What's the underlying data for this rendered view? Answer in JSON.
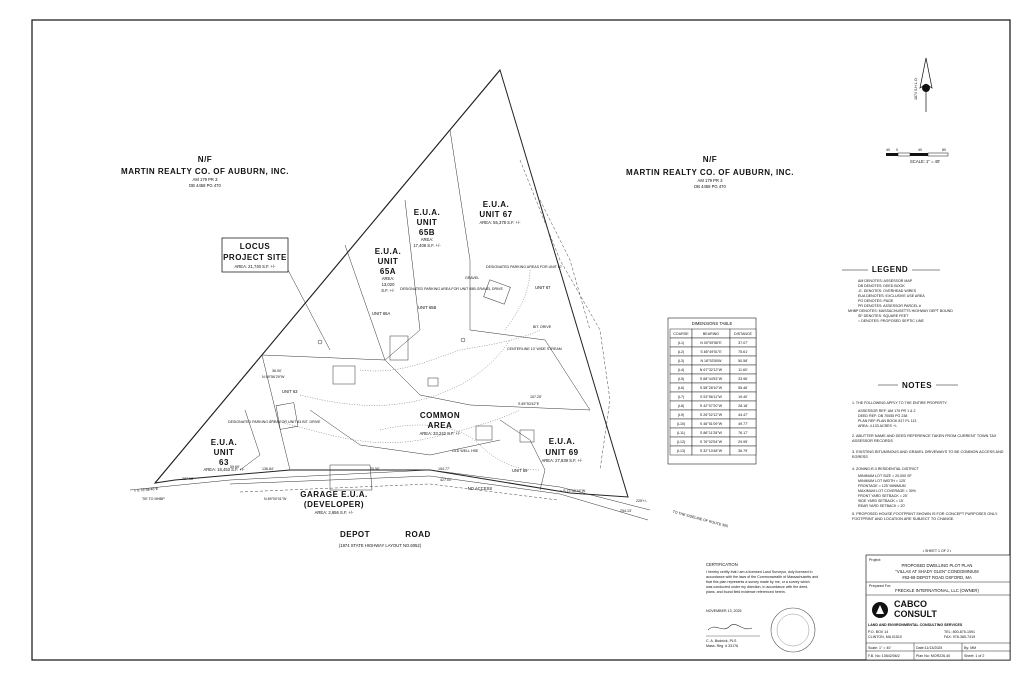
{
  "abutters": {
    "left": {
      "nf": "N/F",
      "name": "MARTIN REALTY CO. OF AUBURN, INC.",
      "am": "AM 179 PR 3",
      "db": "DB 4458 PG 470"
    },
    "right": {
      "nf": "N/F",
      "name": "MARTIN REALTY CO. OF AUBURN, INC.",
      "am": "AM 179 PR 3",
      "db": "DB 4458 PG 470"
    }
  },
  "locus": {
    "title1": "LOCUS",
    "title2": "PROJECT SITE",
    "area": "AREA: 21,740 S.F. +/-"
  },
  "units": {
    "u63": {
      "t1": "E.U.A.",
      "t2": "UNIT",
      "t3": "63",
      "area": "AREA: 18,453 S.F. +/-"
    },
    "u65a": {
      "t1": "E.U.A.",
      "t2": "UNIT",
      "t3": "65A",
      "a1": "AREA:",
      "a2": "13,020",
      "a3": "S.F. +/-"
    },
    "u65b": {
      "t1": "E.U.A.",
      "t2": "UNIT",
      "t3": "65B",
      "a1": "AREA:",
      "a2": "17,406 S.F. +/-"
    },
    "u67": {
      "t1": "E.U.A.",
      "t2": "UNIT 67",
      "area": "AREA: 55,378 S.F. +/-"
    },
    "u69": {
      "t1": "E.U.A.",
      "t2": "UNIT 69",
      "area": "AREA: 27,839 S.F. +/-"
    },
    "common": {
      "t1": "COMMON",
      "t2": "AREA",
      "area": "AREA: 33,242 S.F. +/-"
    },
    "garage": {
      "t1": "GARAGE E.U.A.",
      "t2": "(DEVELOPER)",
      "area": "AREA: 2,656 S.F. +/-"
    }
  },
  "road": {
    "name1": "DEPOT",
    "name2": "ROAD",
    "layout": "(1874 STATE HIGHWAY LAYOUT NO.6052)",
    "toward": "TO THE SIDELINE OF ROUTE 395",
    "no_access": "NO ACCESS"
  },
  "plan_labels": {
    "unit63": "UNIT 63",
    "unit65a": "UNIT 65A",
    "unit65b": "UNIT 65B",
    "unit67": "UNIT 67",
    "unit69": "UNIT 69",
    "gravel": "GRAVEL",
    "drive": "BIT. DRIVE",
    "stream": "CENTERLINE 10' WIDE STREAM",
    "well": "OLD WELL HSE",
    "park67": "DESIGNATED PARKING AREAS FOR UNIT 67",
    "park65b": "DESIGNATED PARKING AREA FOR UNIT 65B GRAVEL DRIVE",
    "park63": "DESIGNATED PARKING AREA FOR UNIT 63 BIT. DRIVE",
    "b1": "N 89°56'29\"W",
    "b1d": "36.00'",
    "b2": "S 89°53'42\"E",
    "b2d": "157.25'",
    "b3": "N 89°00'01\"W",
    "b3d": "136.84'",
    "b4": "59.69'",
    "b5": "287.08'",
    "b6": "70.50'",
    "b7": "154.77'",
    "b8": "427.00'",
    "b9": "225'+/-",
    "b10": "254.13'",
    "b11": "< S 73°58'44\"W",
    "b12": "< S 78°06'46\"E",
    "b13": "TIE TO MHBP"
  },
  "dimensions": {
    "title": "DIMENSIONS TABLE",
    "headers": [
      "COURSE",
      "BEARING",
      "DISTANCE"
    ],
    "rows": [
      [
        "(L1)",
        "N 00°59'56\"E",
        "37.07'"
      ],
      [
        "(L2)",
        "S 85°49'51\"E",
        "75.61'"
      ],
      [
        "(L3)",
        "N 18°53'50W",
        "50.58'"
      ],
      [
        "(L4)",
        "N 67°32'12\"W",
        "11.60'"
      ],
      [
        "(L5)",
        "S 68°44'53\"W",
        "33.96'"
      ],
      [
        "(L6)",
        "S 58°28'10\"W",
        "55.46'"
      ],
      [
        "(L7)",
        "S 53°56'11\"W",
        "19.40'"
      ],
      [
        "(L8)",
        "S 42°07'20\"W",
        "28.18'"
      ],
      [
        "(L9)",
        "S 26°02'12\"W",
        "44.47'"
      ],
      [
        "(L10)",
        "S 46°51'09\"W",
        "49.77'"
      ],
      [
        "(L11)",
        "S 86°11'28\"W",
        "76.17'"
      ],
      [
        "(L12)",
        "S 76°02'54\"W",
        "29.95'"
      ],
      [
        "(L13)",
        "S 32°10'48\"W",
        "36.79'"
      ]
    ]
  },
  "north": {
    "label": "1874 S.H.L.O.",
    "n": "N"
  },
  "scale": {
    "ticks": [
      "40",
      "0",
      "40",
      "80"
    ],
    "label": "SCALE: 1\" = 40'"
  },
  "legend": {
    "title": "LEGEND",
    "items": [
      "AM DENOTES: ASSESSOR MAP",
      "DB DENOTES: DEED BOOK",
      "-E- DENOTES: OVERHEAD WIRES",
      "EUA DENOTES: EXCLUSIVE USE AREA",
      "PG DENOTES: PAGE",
      "PR DENOTES: ASSESSOR PARCEL #",
      "MHBP DENOTES: MASSACHUSETTS HIGHWAY DEPT BOUND",
      "SF DENOTES: SQUARE FEET",
      "○ DENOTES: PROPOSED SEPTIC LINE"
    ]
  },
  "notes": {
    "title": "NOTES",
    "n1": "1. THE FOLLOWING APPLY TO THE ENTIRE PROPERTY:",
    "n1_items": [
      "ASSESSOR REF: AM 179 PR 1 & 2",
      "DEED REF: DB 70055 PG 238",
      "PLAN REF:PLAN BOOK 817 PL 113",
      "AREA: 4.133 ACRES +/-"
    ],
    "n2": "2. ABUTTER NAME AND DEED REFERENCE TAKEN FROM CURRENT TOWN TAX ASSESSOR RECORDS",
    "n3": "3. EXISTING BITUMINOUS AND GRAVEL DRIVEWAYS TO BE COMMON ACCESS AND EGRESS",
    "n4": "4. ZONING:R-3 RESIDENTIAL DISTRICT",
    "n4_items": [
      "MINIMUM LOT SIZE = 20,000 SF",
      "MINIMUM LOT WIDTH = 125'",
      "FRONTAGE = 125' MINIMUM",
      "MAXIMUM LOT COVERAGE = 30%",
      "FRONT YARD SETBACK = 25'",
      "SIDE YARD SETBACK = 15'",
      "REAR YARD SETBACK = 20'"
    ],
    "n5": "5. PROPOSED HOUSE FOOTPRINT SHOWN IS FOR CONCEPT PURPOSES ONLY. FOOTPRINT AND LOCATION ARE SUBJECT TO CHANGE."
  },
  "certification": {
    "title": "CERTIFICATION",
    "text": [
      "I hereby certify that I am a licensed Land Surveyor, duly licensed in",
      "accordance with the laws of the Commonwealth of Massachusetts and",
      "that this plan represents a survey made by me, or a survey which",
      "was conducted under my direction, in accordance with the deed,",
      "plans, and found field evidence referenced herein."
    ],
    "date": "NOVEMBER 13, 2025",
    "surveyor": "C. A. Budnick, PLS",
    "reg": "Mass. Reg. # 33176"
  },
  "title_block": {
    "sheet": "• SHEET 1 OF 2 •",
    "project_lbl": "Project:",
    "project1": "PROPOSED DWELLING PLOT PLAN",
    "project2": "\"VILLAS AT SHADY GLEN\" CONDOMINIUM",
    "project3": "#63-69 DEPOT ROAD OXFORD, MA",
    "prepared_lbl": "Prepared For:",
    "prepared": "FRECKLE INTERNATIONAL, LLC (OWNER)",
    "company1": "CABCO",
    "company2": "CONSULT",
    "services": "LAND AND ENVIRONMENTAL CONSULTING SERVICES",
    "addr1": "P.O. BOX 14",
    "addr2": "CLINTON, MA 01510",
    "tel": "TEL: 800-875-1591",
    "fax": "FAX: 978-365-7419",
    "scale": "Scale: 1\" = 40'",
    "date": "Date:11/13/2025",
    "by": "By: MM",
    "file": "F.B. No: 10842/06/2",
    "plan": "Plan No: MOR226.40",
    "sheetno": "Sheet: 1 of 2"
  }
}
